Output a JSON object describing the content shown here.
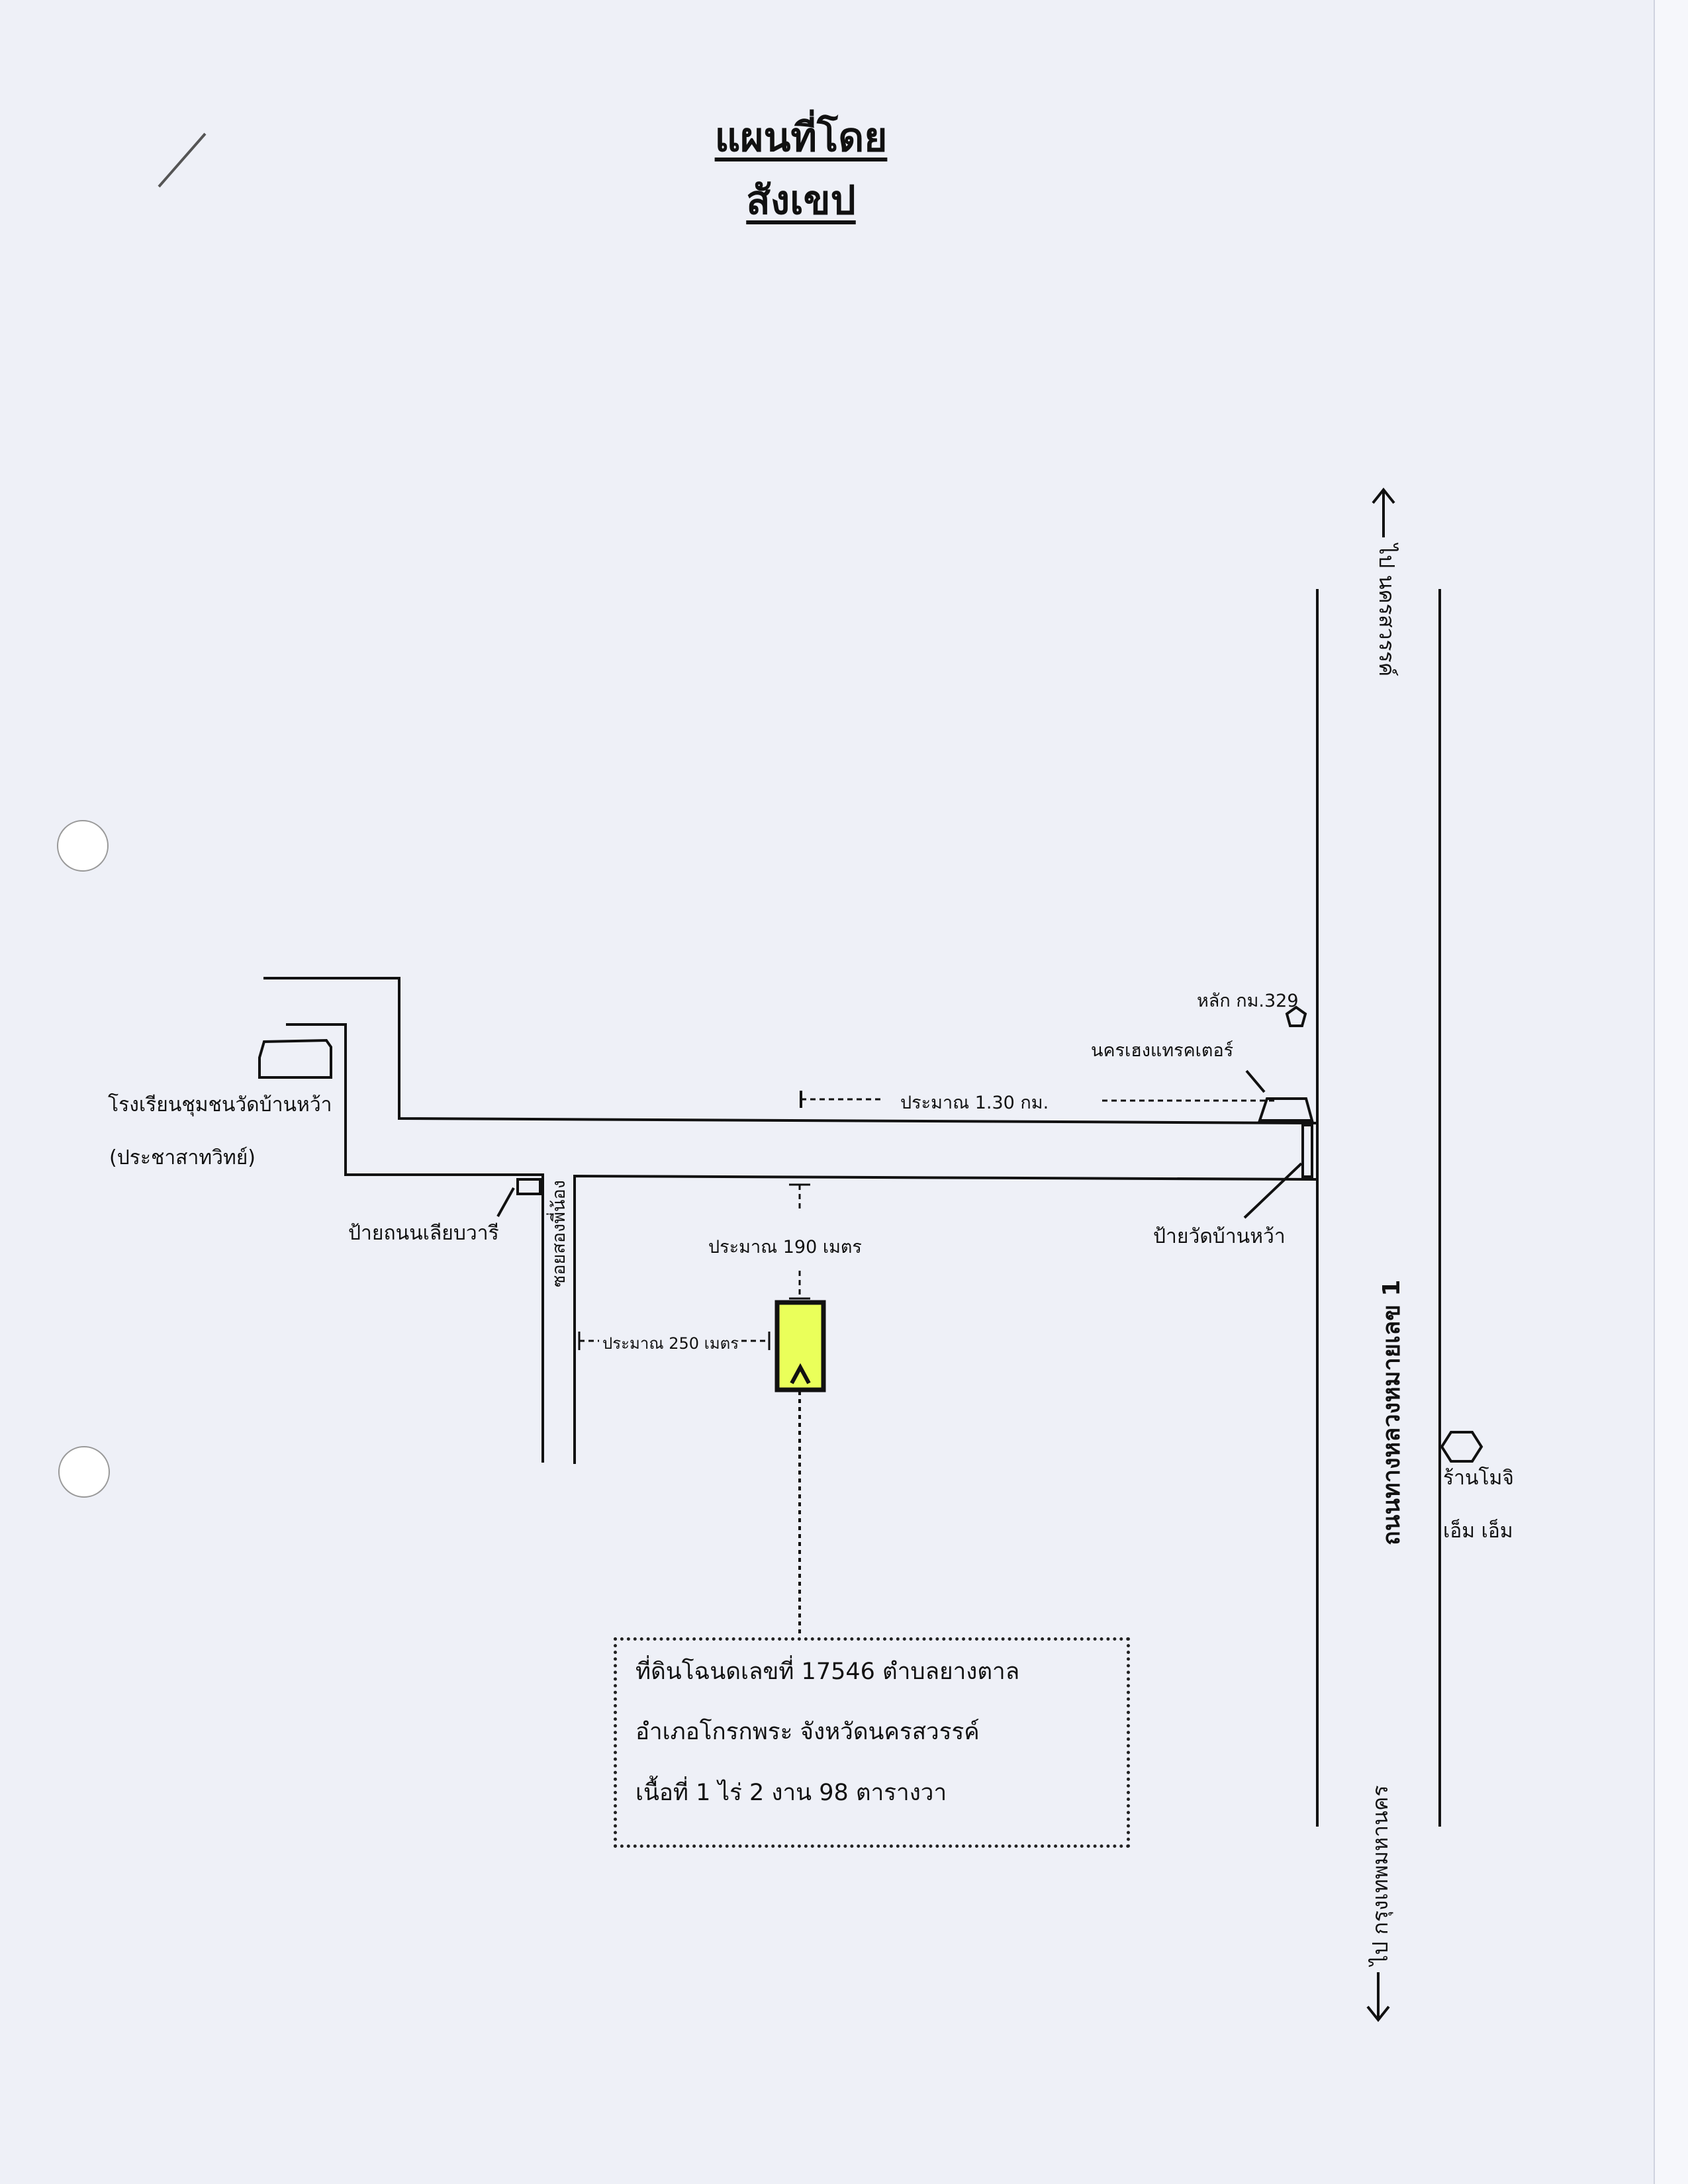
{
  "title": "แผนที่โดยสังเขป",
  "labels": {
    "school_line1": "โรงเรียนชุมชนวัดบ้านหว้า",
    "school_line2": "(ประชาสาทวิทย์)",
    "sign_road": "ป้ายถนนเลียบวารี",
    "soi": "ซอยสองพี่น้อง",
    "dist_main": "ประมาณ 1.30 กม.",
    "dist_190": "ประมาณ 190 เมตร",
    "dist_250": "ประมาณ 250 เมตร",
    "km_post": "หลัก กม.329",
    "tractor": "นครเฮงแทรคเตอร์",
    "temple_sign": "ป้ายวัดบ้านหว้า",
    "shop_line1": "ร้านโมจิ",
    "shop_line2": "เอ็ม เอ็ม",
    "highway": "ถนนทางหลวงหมายเลข 1",
    "to_north": "ไป นครสวรรค์",
    "to_south": "ไป กรุงเทพมหานคร"
  },
  "parcel_box": {
    "line1": "ที่ดินโฉนดเลขที่ 17546  ตำบลยางตาล",
    "line2": "อำเภอโกรกพระ  จังหวัดนครสวรรค์",
    "line3": "เนื้อที่ 1 ไร่ 2 งาน 98 ตารางวา"
  },
  "colors": {
    "parcel_fill": "#eaff5a",
    "ink": "#111111",
    "paper": "#eef0f7"
  },
  "icons": {
    "km_post": "pentagon-icon",
    "shop": "hexagon-icon",
    "parcel": "caret-up-icon"
  }
}
